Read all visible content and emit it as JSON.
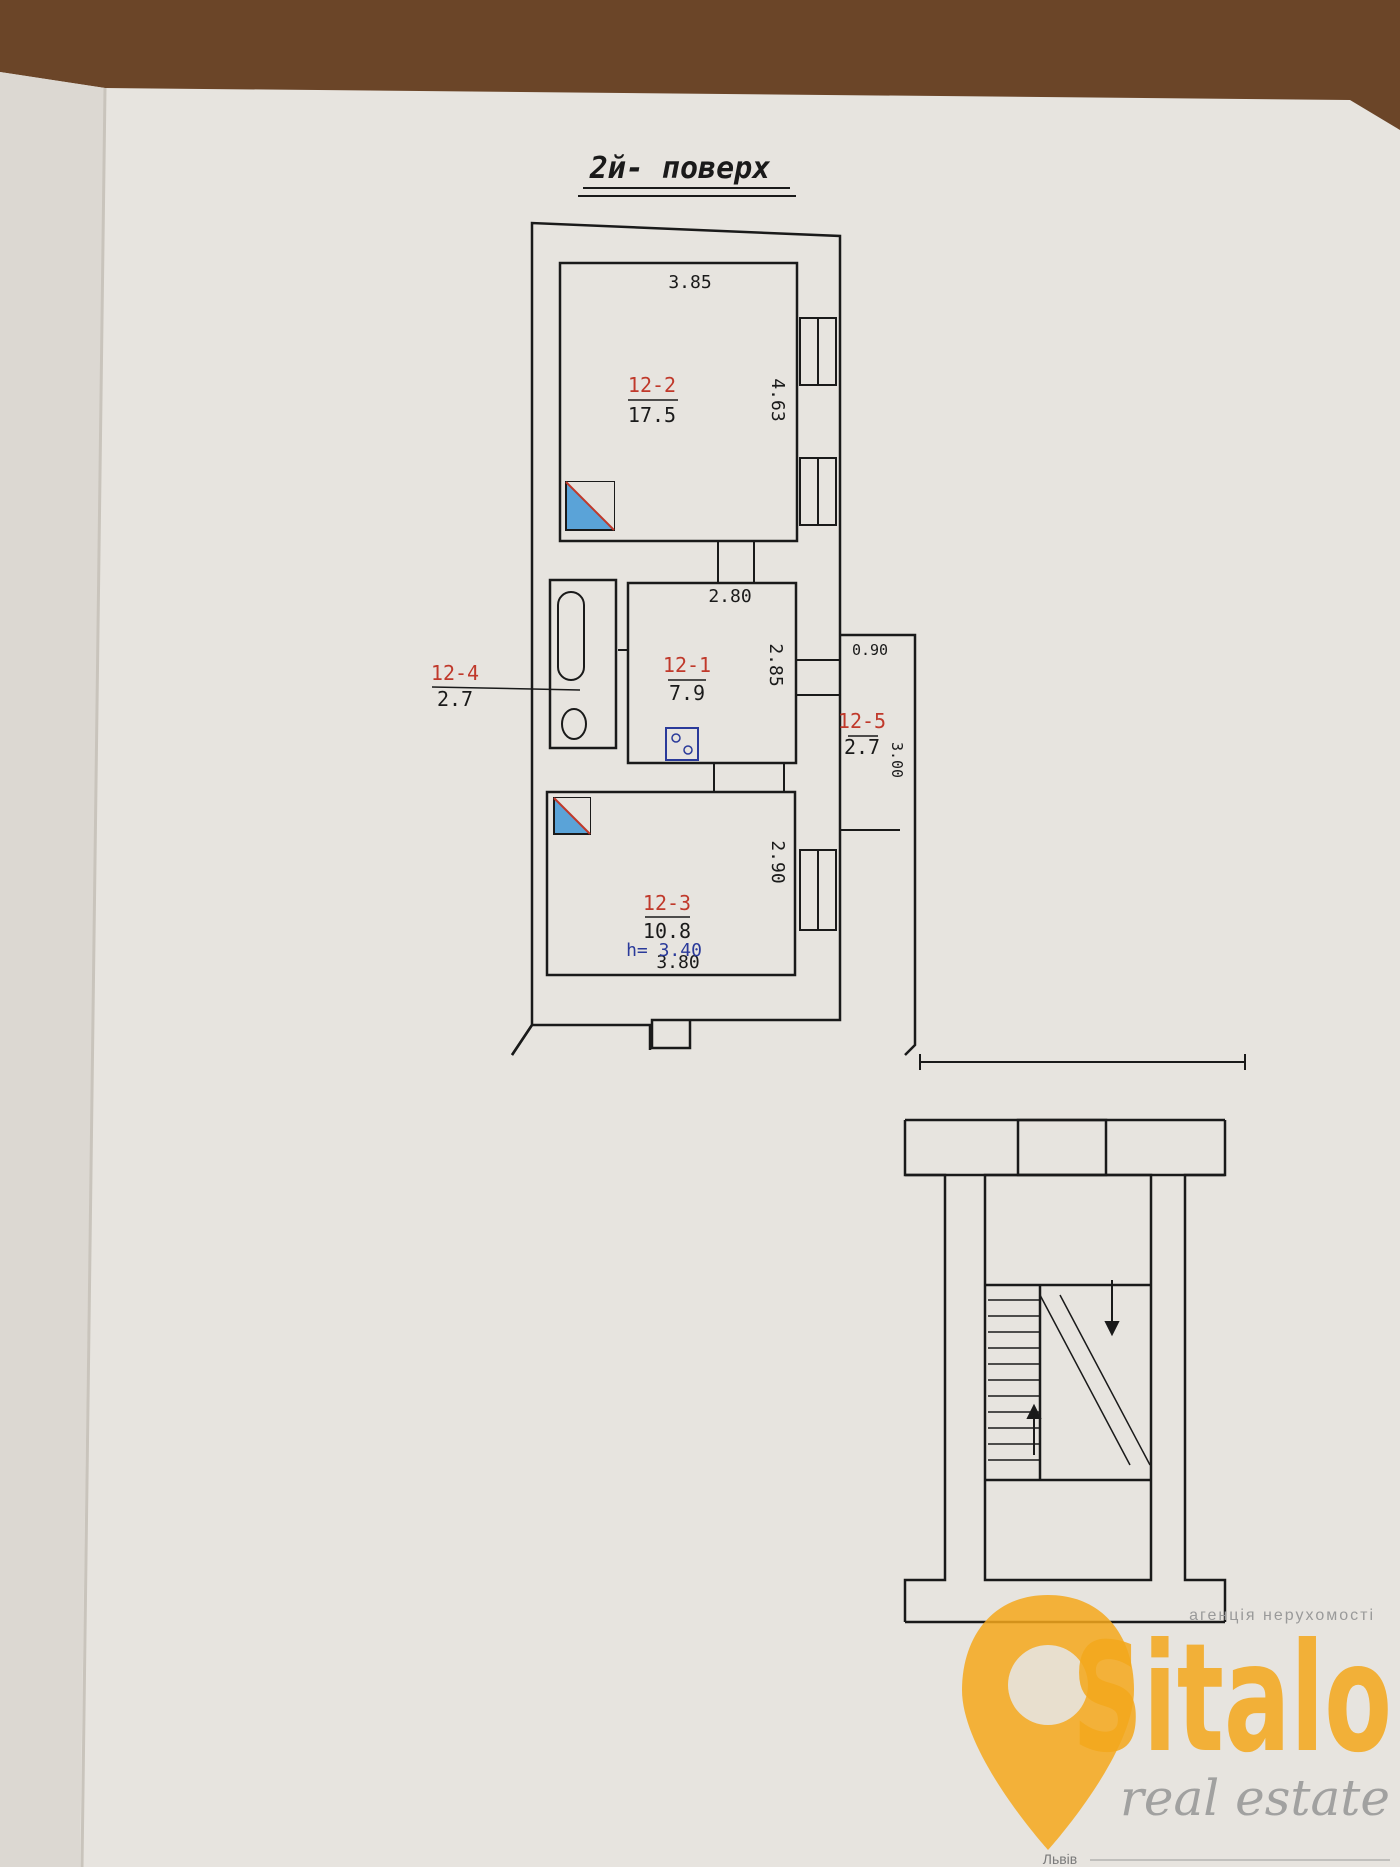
{
  "floor_title": "2й- поверх",
  "rooms": [
    {
      "id": "12-2",
      "area": "17.5"
    },
    {
      "id": "12-1",
      "area": "7.9"
    },
    {
      "id": "12-4",
      "area": "2.7"
    },
    {
      "id": "12-3",
      "area": "10.8"
    },
    {
      "id": "12-5",
      "area": "2.7"
    }
  ],
  "dimensions": {
    "room2_width": "3.85",
    "room2_length": "4.63",
    "room1_width": "2.80",
    "room1_length": "2.85",
    "corridor_width": "0.90",
    "corridor_length": "3.00",
    "room3_length": "2.90",
    "room3_width": "3.80",
    "ceiling_height": "h= 3.40"
  },
  "watermark": {
    "tagline": "агенція нерухомості",
    "brand": "Sitalo",
    "sub": "real estate",
    "city": "Львів"
  },
  "colors": {
    "paper": "#e6e3de",
    "ink": "#1a1a1a",
    "red_ink": "#c0392b",
    "blue_ink": "#2a3a9a",
    "brand_orange": "#f4a81c",
    "brand_grey": "#9a9a9a"
  }
}
